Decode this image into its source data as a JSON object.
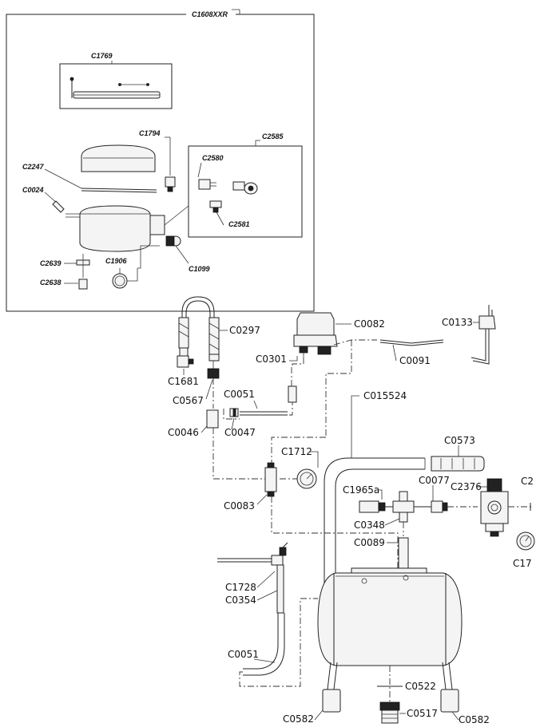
{
  "labels": {
    "c1608xxr": "C1608XXR",
    "c1769": "C1769",
    "c1794": "C1794",
    "c2585": "C2585",
    "c2247": "C2247",
    "c2580": "C2580",
    "c0024": "C0024",
    "c2581": "C2581",
    "c2639": "C2639",
    "c1906": "C1906",
    "c1099": "C1099",
    "c2638": "C2638",
    "c0297": "C0297",
    "c0082": "C0082",
    "c0133": "C0133",
    "c0301": "C0301",
    "c0091": "C0091",
    "c1681": "C1681",
    "c0567": "C0567",
    "c0051_top": "C0051",
    "c015524": "C015524",
    "c0046": "C0046",
    "c0047": "C0047",
    "c0573": "C0573",
    "c1712": "C1712",
    "c1965a": "C1965a",
    "c0077": "C0077",
    "c2376": "C2376",
    "c2_cut": "C2",
    "c0083": "C0083",
    "c0348": "C0348",
    "c0089": "C0089",
    "c17_cut": "C17",
    "c1728": "C1728",
    "c0354": "C0354",
    "c0051_bottom": "C0051",
    "c0522": "C0522",
    "c0582_left": "C0582",
    "c0517": "C0517",
    "c0582_right": "C0582"
  }
}
